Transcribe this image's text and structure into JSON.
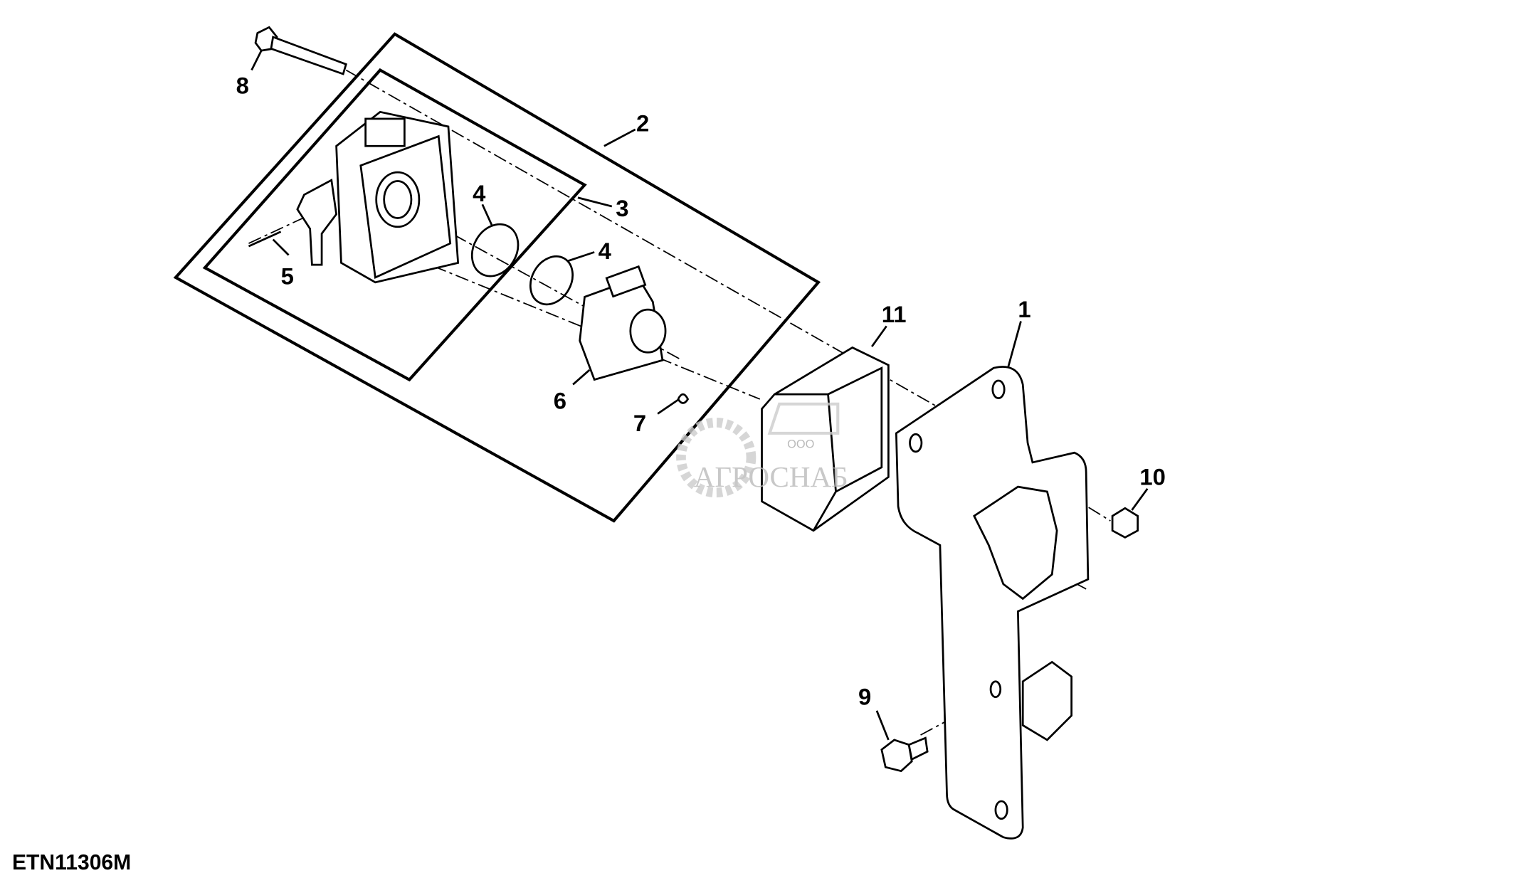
{
  "diagram": {
    "code": "ETN11306M",
    "callouts": {
      "c8": "8",
      "c2": "2",
      "c3": "3",
      "c4a": "4",
      "c4b": "4",
      "c5": "5",
      "c11": "11",
      "c1": "1",
      "c6": "6",
      "c7": "7",
      "c10": "10",
      "c9": "9"
    },
    "watermark": {
      "top": "ООО",
      "name": "АГРОСНАБ"
    }
  }
}
